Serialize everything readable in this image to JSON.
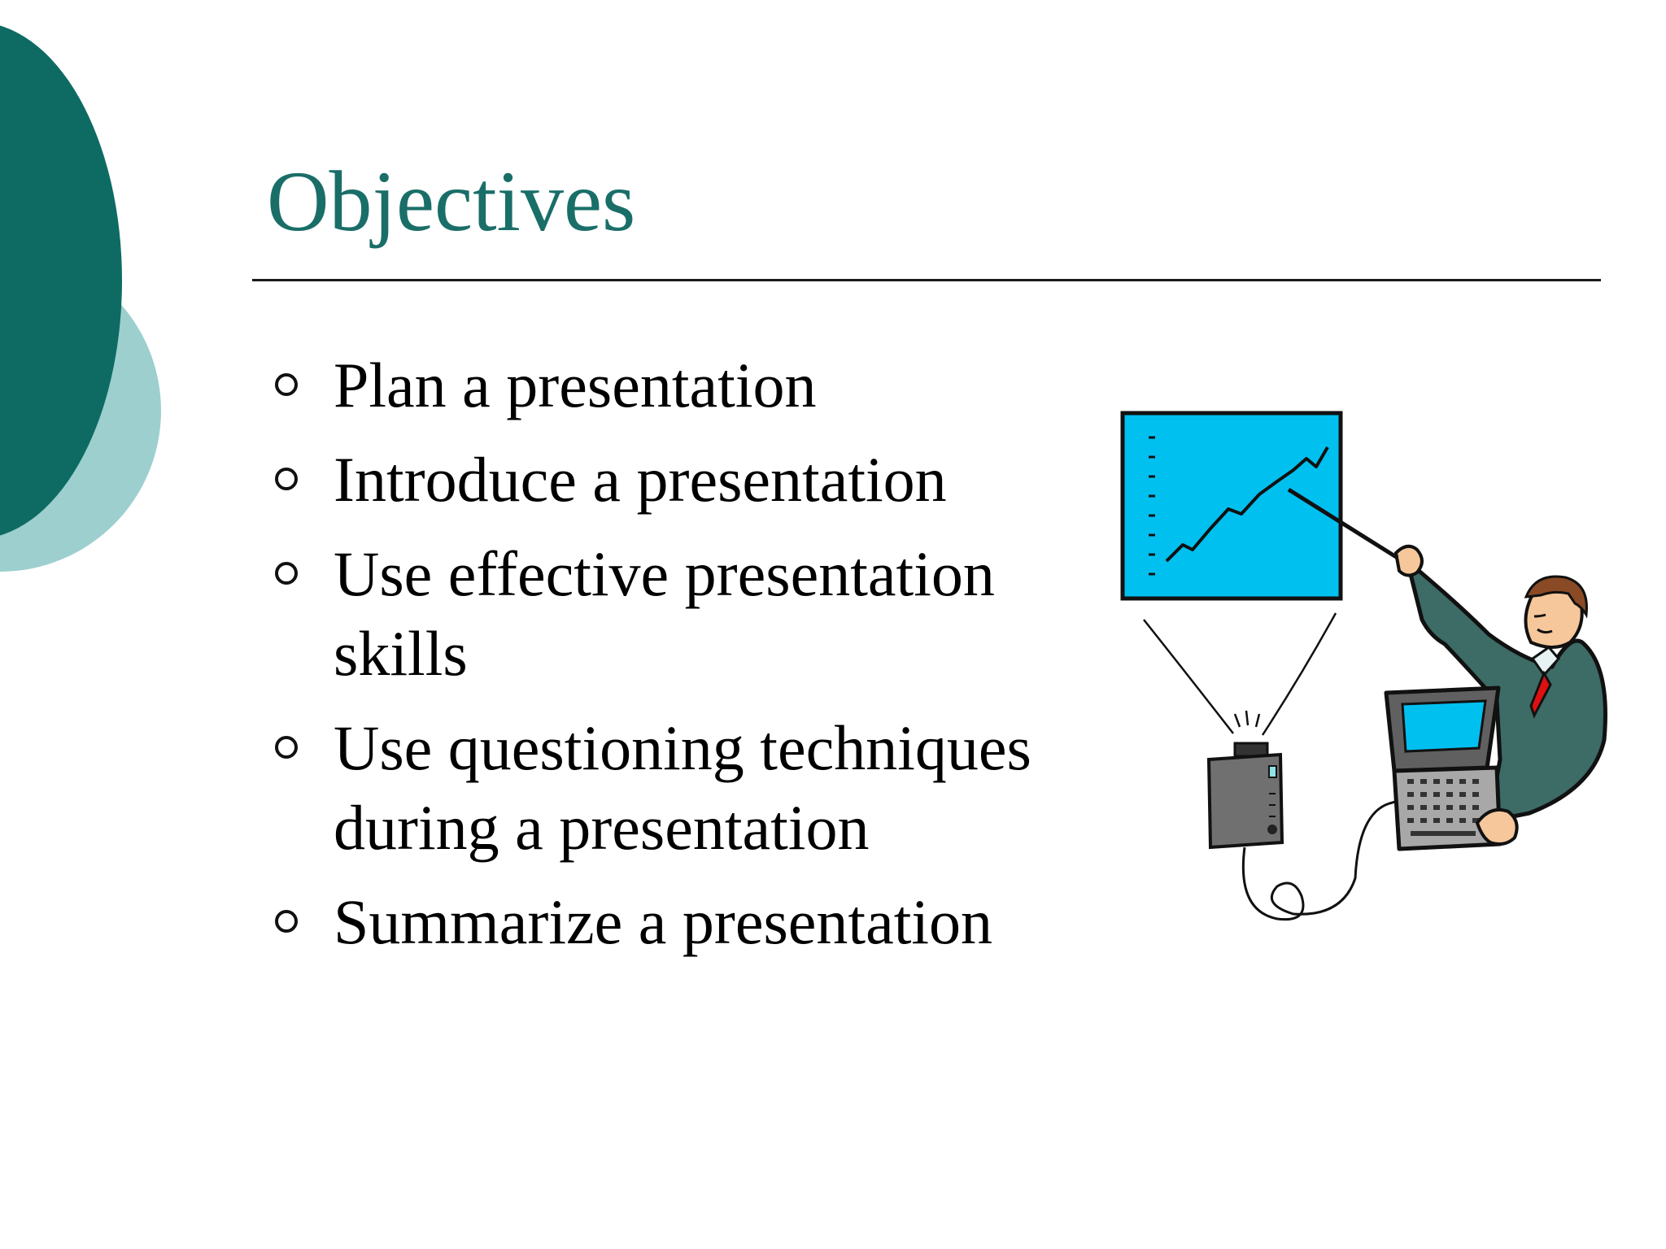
{
  "slide": {
    "title": "Objectives",
    "bullets": [
      "Plan a presentation",
      "Introduce a presentation",
      "Use effective presentation skills",
      "Use questioning techniques during a presentation",
      "Summarize a presentation"
    ],
    "illustration": "presenter-with-projector-clipart"
  },
  "colors": {
    "title": "#1a6e68",
    "deco_dark": "#0e6b63",
    "deco_light": "#9dcfcf",
    "screen": "#00c0f0",
    "presenter_suit": "#3d6b66"
  }
}
